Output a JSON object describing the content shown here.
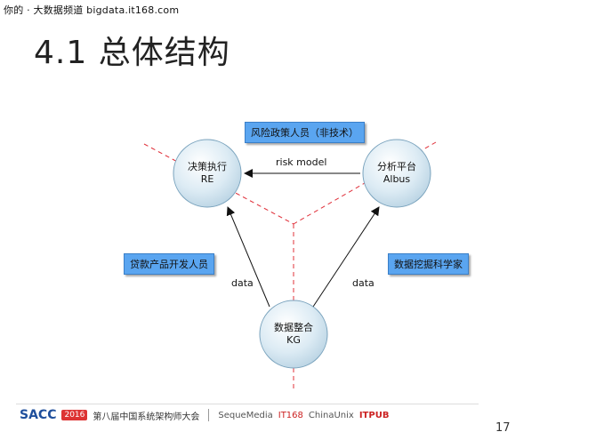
{
  "watermark": "你的 · 大数据频道 bigdata.it168.com",
  "title": "4.1 总体结构",
  "nodes": {
    "re": {
      "line1": "决策执行",
      "line2": "RE"
    },
    "albus": {
      "line1": "分析平台",
      "line2": "Albus"
    },
    "kg": {
      "line1": "数据整合",
      "line2": "KG"
    }
  },
  "boxes": {
    "risk_policy": "风险政策人员（非技术）",
    "loan_dev": "贷款产品开发人员",
    "data_sci": "数据挖掘科学家"
  },
  "edges": {
    "risk_model": "risk model",
    "data_left": "data",
    "data_right": "data"
  },
  "footer": {
    "sacc": "SACC",
    "year": "2016",
    "conf": "第八届中国系统架构师大会",
    "logo1": "SequeMedia",
    "logo2": "IT168",
    "logo3": "ChinaUnix",
    "logo4": "ITPUB"
  },
  "page_number": "17",
  "colors": {
    "node_fill": "#cfe3ef",
    "box_fill": "#5aa5f0",
    "dash_red": "#e0303a"
  }
}
